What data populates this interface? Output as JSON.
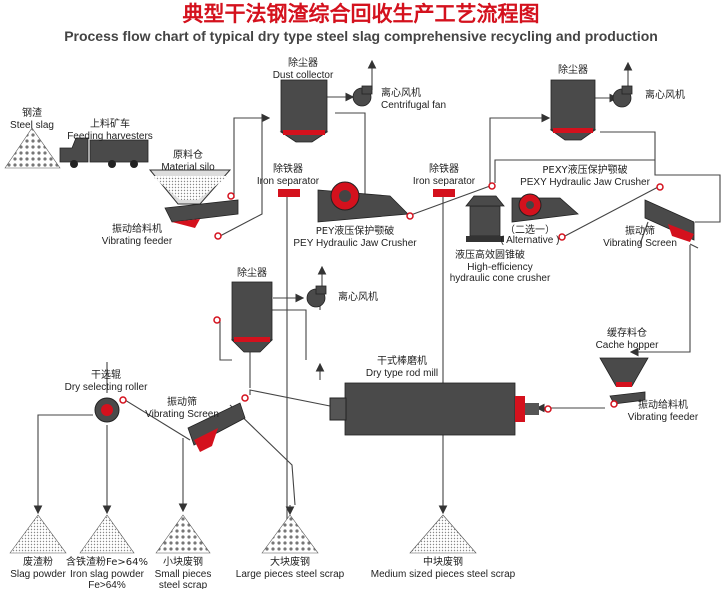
{
  "title": {
    "zh": "典型干法钢渣综合回收生产工艺流程图",
    "en": "Process flow chart of typical dry type steel slag comprehensive recycling and production"
  },
  "labels": {
    "steel_slag": {
      "zh": "钢渣",
      "en": "Steel slag"
    },
    "feeding_harvesters": {
      "zh": "上料矿车",
      "en": "Feeding harvesters"
    },
    "material_silo": {
      "zh": "原料仓",
      "en": "Material silo"
    },
    "vibrating_feeder_1": {
      "zh": "振动给料机",
      "en": "Vibrating feeder"
    },
    "dust_collector_1": {
      "zh": "除尘器",
      "en": "Dust collector"
    },
    "centrifugal_fan_1": {
      "zh": "离心风机",
      "en": "Centrifugal fan"
    },
    "iron_separator_1": {
      "zh": "除铁器",
      "en": "Iron separator"
    },
    "pey_crusher": {
      "zh": "PEY液压保护颚破",
      "en": "PEY Hydraulic Jaw Crusher"
    },
    "dust_collector_2": {
      "zh": "除尘器"
    },
    "centrifugal_fan_2": {
      "zh": "离心风机"
    },
    "iron_separator_2": {
      "zh": "除铁器",
      "en": "Iron separator"
    },
    "pexy_crusher": {
      "zh": "PEXY液压保护颚破",
      "en": "PEXY Hydraulic Jaw Crusher"
    },
    "alternative": {
      "zh": "（二选一）",
      "en": "( Alternative )"
    },
    "cone_crusher": {
      "zh": "液压高效圆锥破",
      "en1": "High-efficiency",
      "en2": "hydraulic cone crusher"
    },
    "vibrating_screen_1": {
      "zh": "振动筛",
      "en": "Vibrating Screen"
    },
    "dust_collector_3": {
      "zh": "除尘器"
    },
    "centrifugal_fan_3": {
      "zh": "离心风机"
    },
    "rod_mill": {
      "zh": "干式棒磨机",
      "en": "Dry type rod mill"
    },
    "cache_hopper": {
      "zh": "缓存料仓",
      "en": "Cache hopper"
    },
    "vibrating_feeder_2": {
      "zh": "振动给料机",
      "en": "Vibrating feeder"
    },
    "dry_roller": {
      "zh": "干选辊",
      "en": "Dry selecting roller"
    },
    "vibrating_screen_2": {
      "zh": "振动筛",
      "en": "Vibrating Screen"
    }
  },
  "products": [
    {
      "zh": "废渣粉",
      "en1": "Slag powder",
      "en2": ""
    },
    {
      "zh": "含铁渣粉Fe>64%",
      "en1": "Iron slag powder",
      "en2": "Fe>64%"
    },
    {
      "zh": "小块废钢",
      "en1": "Small pieces",
      "en2": "steel scrap"
    },
    {
      "zh": "大块废钢",
      "en1": "Large pieces steel scrap",
      "en2": ""
    },
    {
      "zh": "中块废钢",
      "en1": "Medium sized pieces steel scrap",
      "en2": ""
    }
  ],
  "colors": {
    "accent": "#d4111d",
    "equipment": "#4a4a4a",
    "line": "#444444"
  }
}
